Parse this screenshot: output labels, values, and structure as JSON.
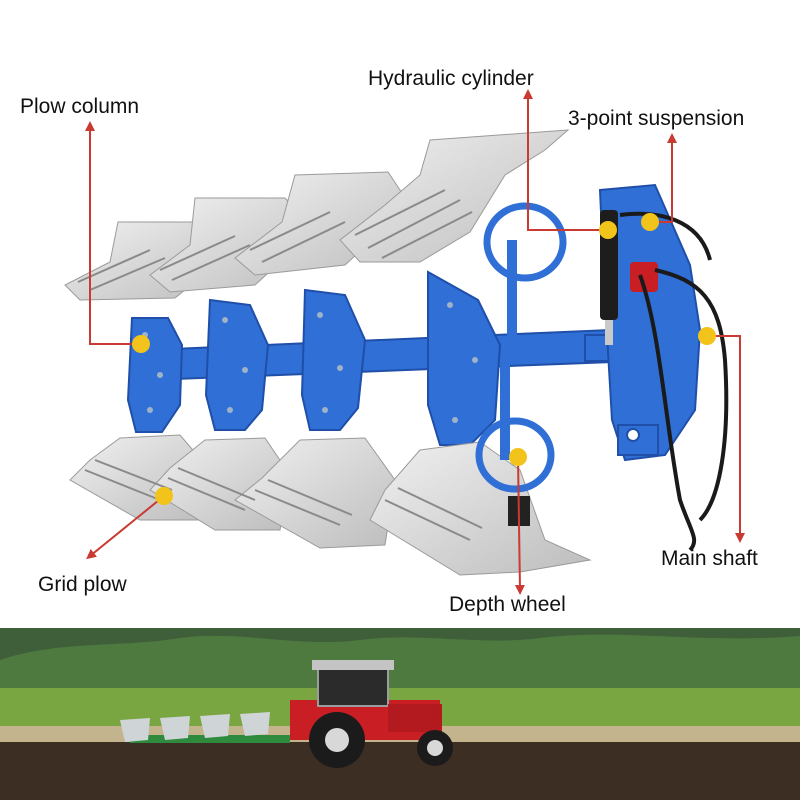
{
  "diagram": {
    "labels": {
      "plow_column": "Plow column",
      "hydraulic_cylinder": "Hydraulic cylinder",
      "three_point_suspension": "3-point suspension",
      "main_shaft": "Main shaft",
      "grid_plow": "Grid plow",
      "depth_wheel": "Depth wheel"
    },
    "colors": {
      "frame_blue": "#2f6fd6",
      "frame_blue_dark": "#1f4fa8",
      "plate_silver": "#d9d9d9",
      "marker_yellow": "#f2c31b",
      "leader_red": "#c93a32",
      "tractor_red": "#c81e24",
      "field_green": "#7aa642",
      "soil_brown": "#3d2e24"
    }
  }
}
